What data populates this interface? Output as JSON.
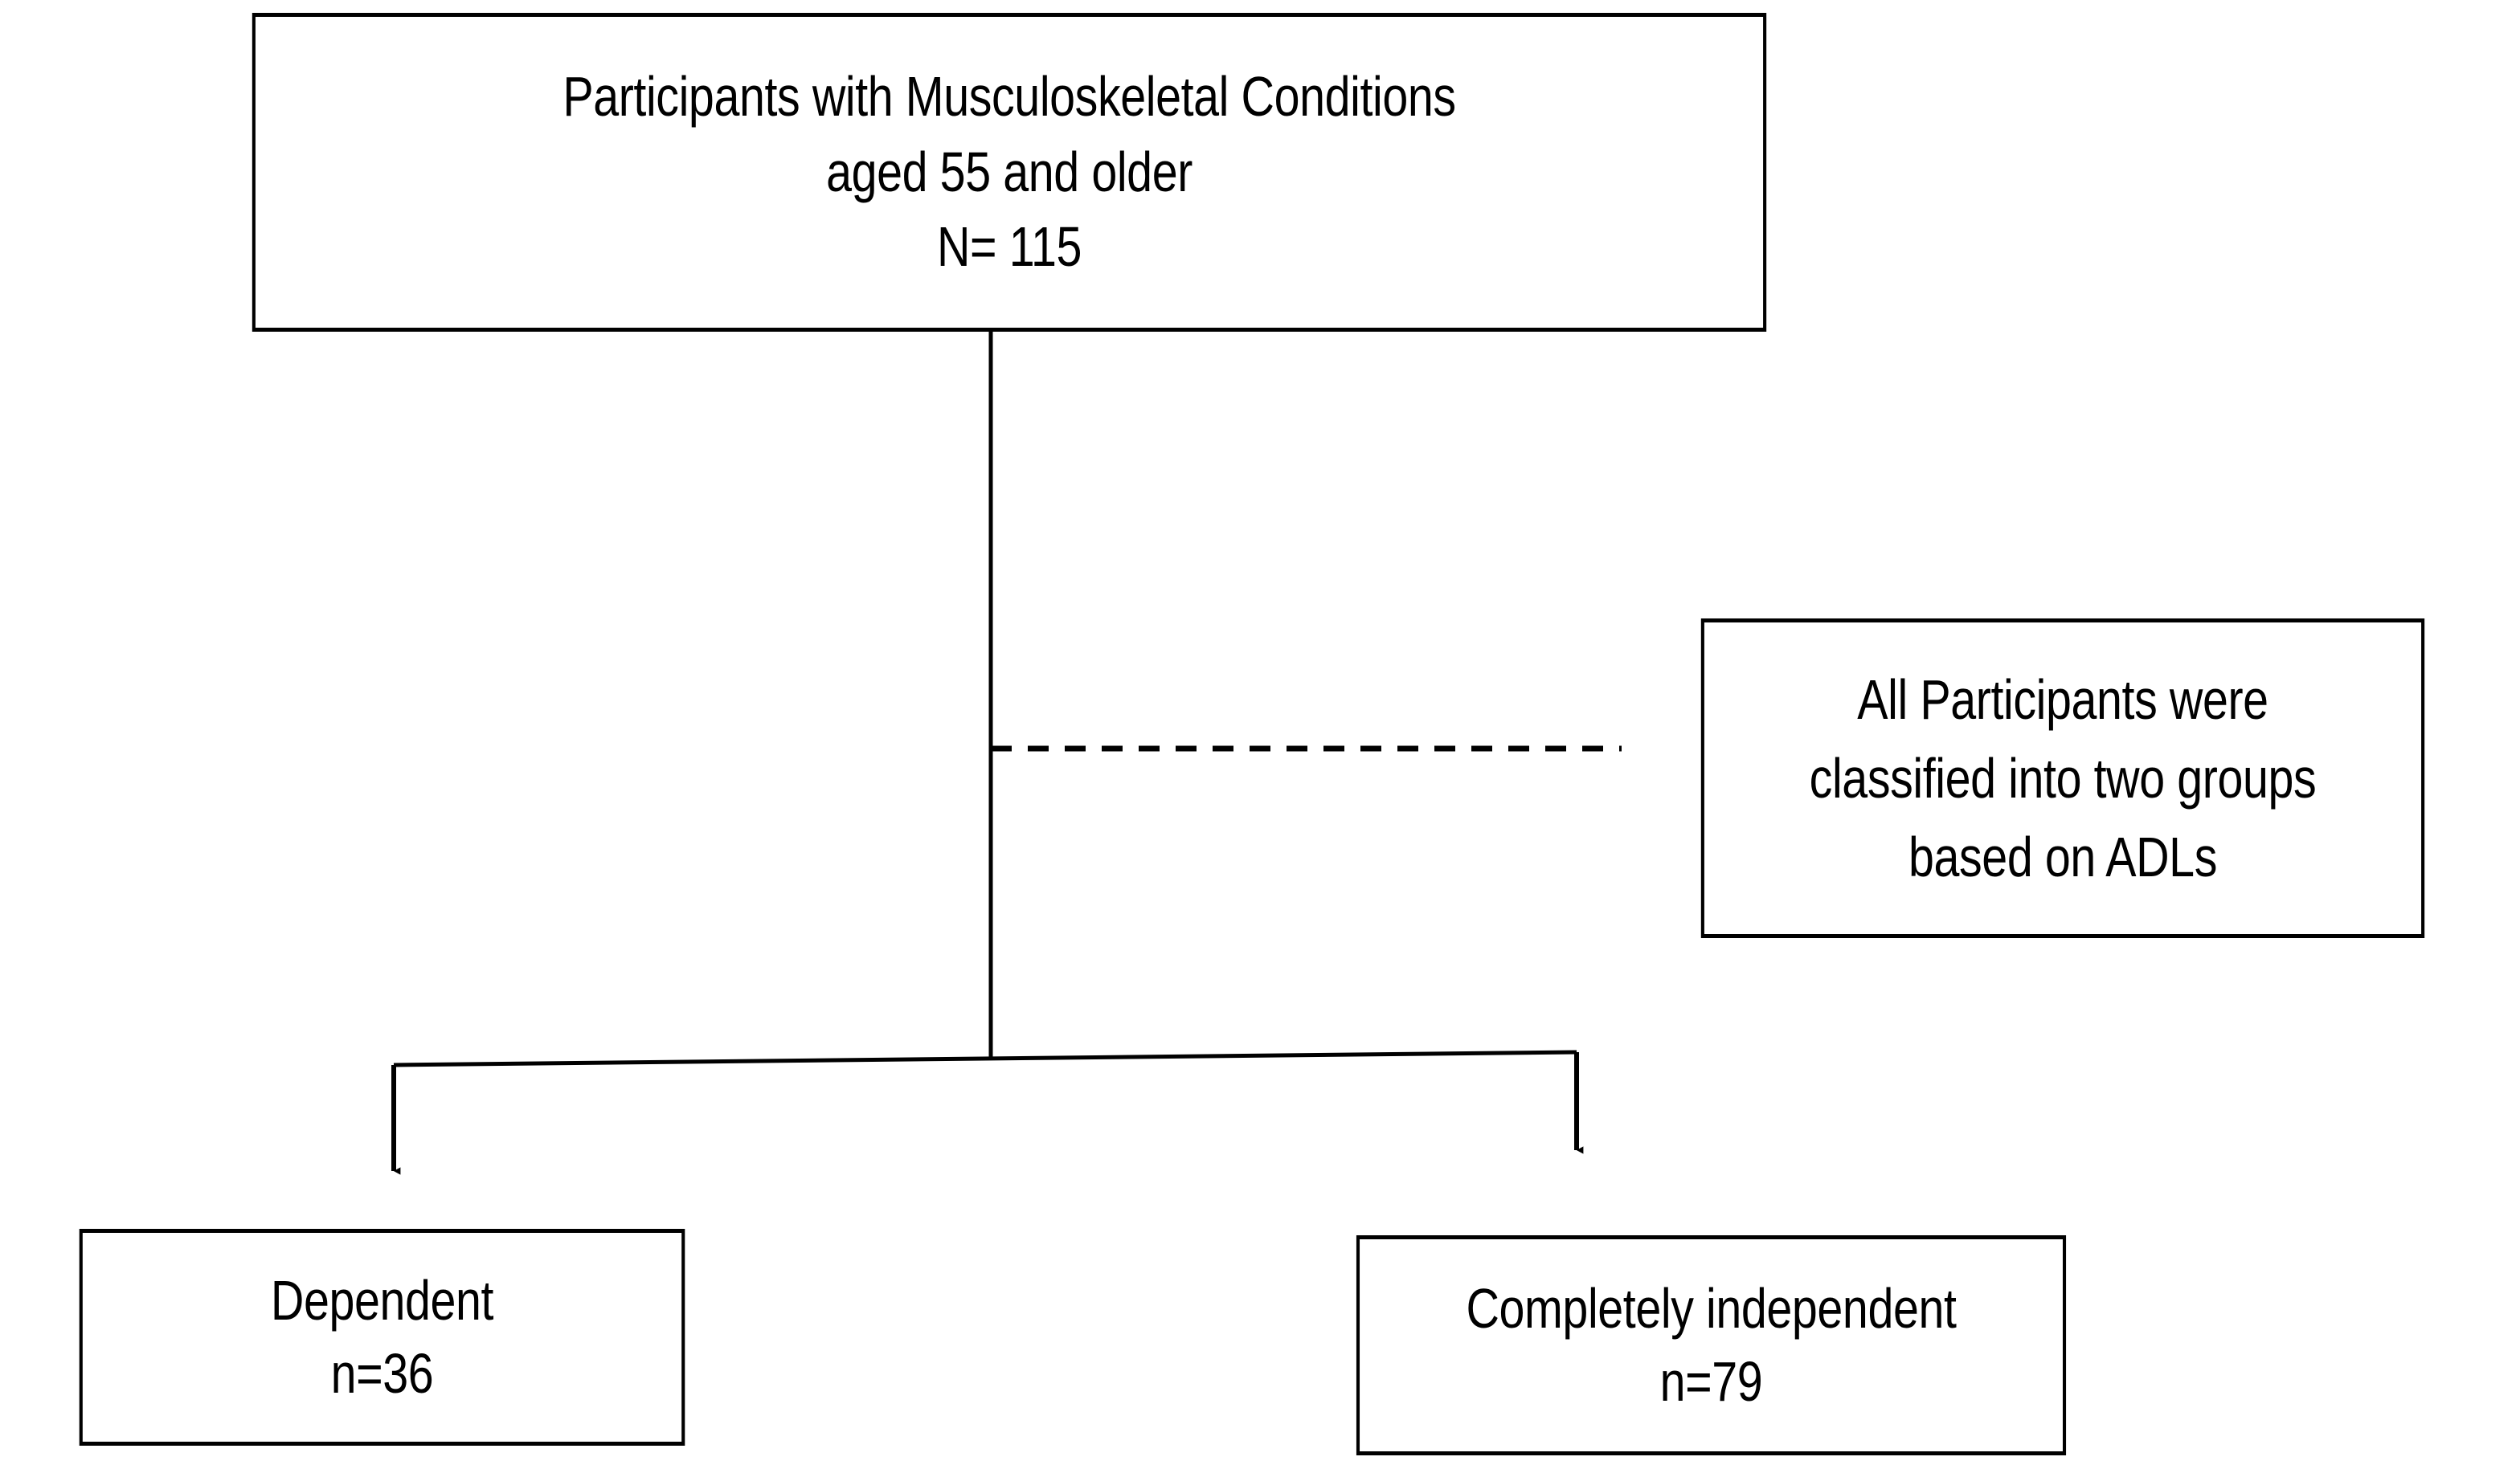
{
  "figure": {
    "type": "flowchart",
    "orientation": "top-down",
    "background_color": "#ffffff",
    "line_color": "#000000"
  },
  "nodes": {
    "top": {
      "id": "participants-box",
      "lines": [
        "Participants with Musculoskeletal Conditions",
        "aged 55 and older",
        "N= 115"
      ],
      "count_label": "N= 115",
      "count_value": 115,
      "border_style": "solid"
    },
    "note": {
      "id": "classification-note-box",
      "lines": [
        "All Participants were",
        "classified into two groups",
        "based on ADLs"
      ],
      "border_style": "solid",
      "connector_style": "dashed"
    },
    "dependent": {
      "id": "dependent-box",
      "lines": [
        "Dependent",
        "n=36"
      ],
      "group_label": "Dependent",
      "count_label": "n=36",
      "count_value": 36,
      "border_style": "solid"
    },
    "independent": {
      "id": "completely-independent-box",
      "lines": [
        "Completely independent",
        "n=79"
      ],
      "group_label": "Completely independent",
      "count_label": "n=79",
      "count_value": 79,
      "border_style": "solid"
    }
  },
  "connectors": [
    {
      "name": "trunk",
      "from": "participants-box",
      "to": "branch-junction",
      "style": "solid",
      "arrow": false
    },
    {
      "name": "note-link",
      "from": "trunk",
      "to": "classification-note-box",
      "style": "dashed",
      "arrow": false
    },
    {
      "name": "branch-to-dependent",
      "from": "branch-junction",
      "to": "dependent-box",
      "style": "solid",
      "arrow": true
    },
    {
      "name": "branch-to-independent",
      "from": "branch-junction",
      "to": "completely-independent-box",
      "style": "solid",
      "arrow": true
    }
  ]
}
